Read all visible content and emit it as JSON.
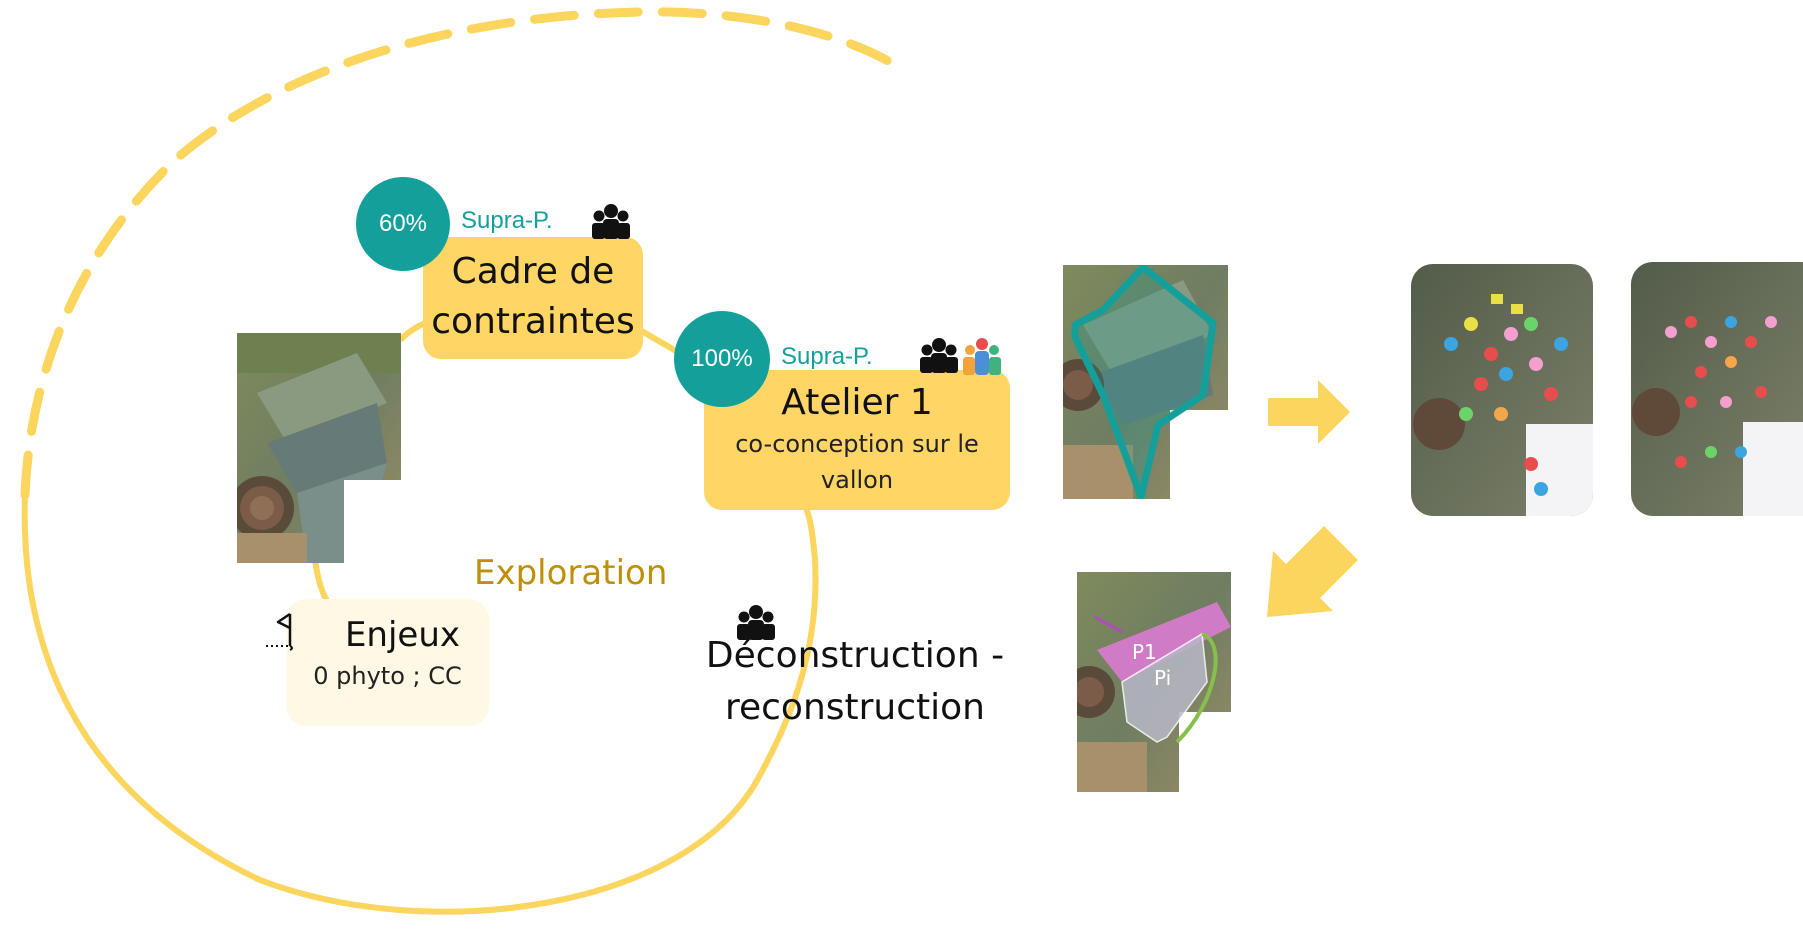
{
  "colors": {
    "accent_yellow": "#ffd666",
    "loop_yellow": "#fbd55e",
    "teal": "#159f9b",
    "exploration_text": "#c08f08",
    "enjeux_bg": "#fff8e5"
  },
  "cadre": {
    "percent": "60%",
    "supra_label": "Supra-P.",
    "title_line1": "Cadre de",
    "title_line2": "contraintes",
    "icon": "group-icon"
  },
  "atelier": {
    "percent": "100%",
    "supra_label": "Supra-P.",
    "title": "Atelier 1",
    "subtitle_line1": "co-conception sur le",
    "subtitle_line2": "vallon",
    "icons": [
      "group-icon",
      "colored-group-icon"
    ]
  },
  "exploration": {
    "label": "Exploration"
  },
  "enjeux": {
    "title": "Enjeux",
    "subtitle": "0 phyto ; CC",
    "icon": "flag-icon"
  },
  "deconstruction": {
    "line1": "Déconstruction -",
    "line2": "reconstruction",
    "icon": "group-icon"
  },
  "plot_map": {
    "label_p1": "P1",
    "label_pi": "Pi"
  }
}
